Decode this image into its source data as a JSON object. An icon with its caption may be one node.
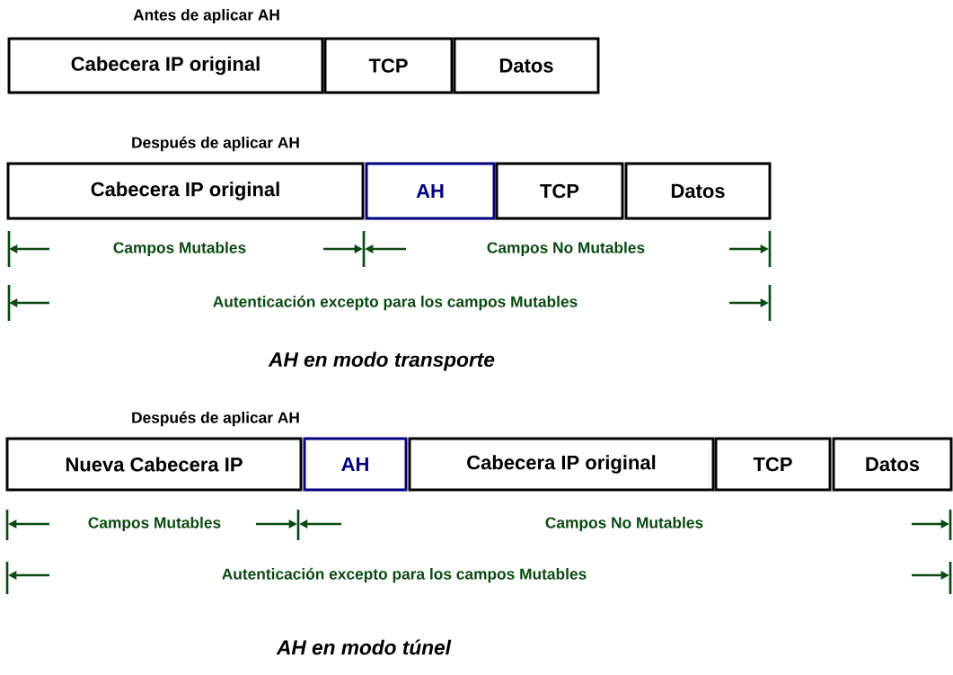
{
  "diagram": {
    "nodes": [
      {
        "text": [
          "Cabecera IP original"
        ]
      },
      {
        "text": [
          "TCP"
        ]
      },
      {
        "text": [
          "Datos"
        ]
      },
      {
        "text": [
          "Cabecera IP original"
        ]
      },
      {
        "text": [
          "AH"
        ]
      },
      {
        "text": [
          "TCP"
        ]
      },
      {
        "text": [
          "Datos"
        ]
      },
      {
        "text": [
          "Nueva Cabecera IP"
        ]
      },
      {
        "text": [
          "AH"
        ]
      },
      {
        "text": [
          "Cabecera IP original"
        ]
      },
      {
        "text": [
          "TCP"
        ]
      },
      {
        "text": [
          "Datos"
        ]
      }
    ],
    "labels": [
      "Antes de aplicar AH",
      "Después de aplicar AH",
      "Campos Mutables",
      "Campos No Mutables",
      "Autenticación excepto para los campos Mutables",
      "AH en modo transporte",
      "Después de aplicar AH",
      "Campos Mutables",
      "Campos No Mutables",
      "Autenticación excepto para los campos Mutables",
      "AH en modo túnel"
    ]
  }
}
